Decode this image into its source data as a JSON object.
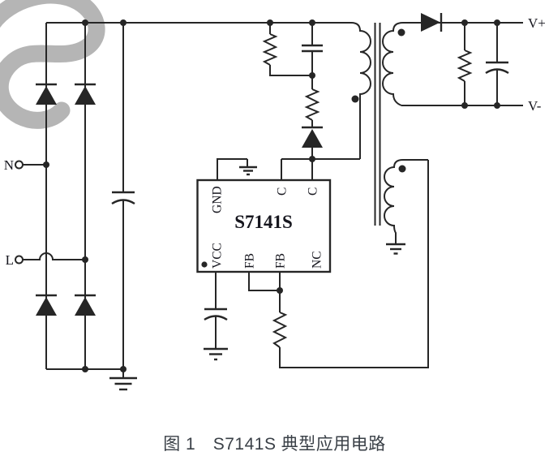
{
  "figure": {
    "caption": "图 1　S7141S 典型应用电路"
  },
  "terminals": {
    "n": "N",
    "l": "L",
    "v_plus": "V+",
    "v_minus": "V-"
  },
  "ic": {
    "name": "S7141S",
    "pins_top": [
      "GND",
      "C",
      "C"
    ],
    "pins_bottom": [
      "VCC",
      "FB",
      "FB",
      "NC"
    ]
  },
  "colors": {
    "wire": "#262626",
    "watermark": "#b5b5b5",
    "caption_text": "#3a4047",
    "background": "#ffffff"
  }
}
